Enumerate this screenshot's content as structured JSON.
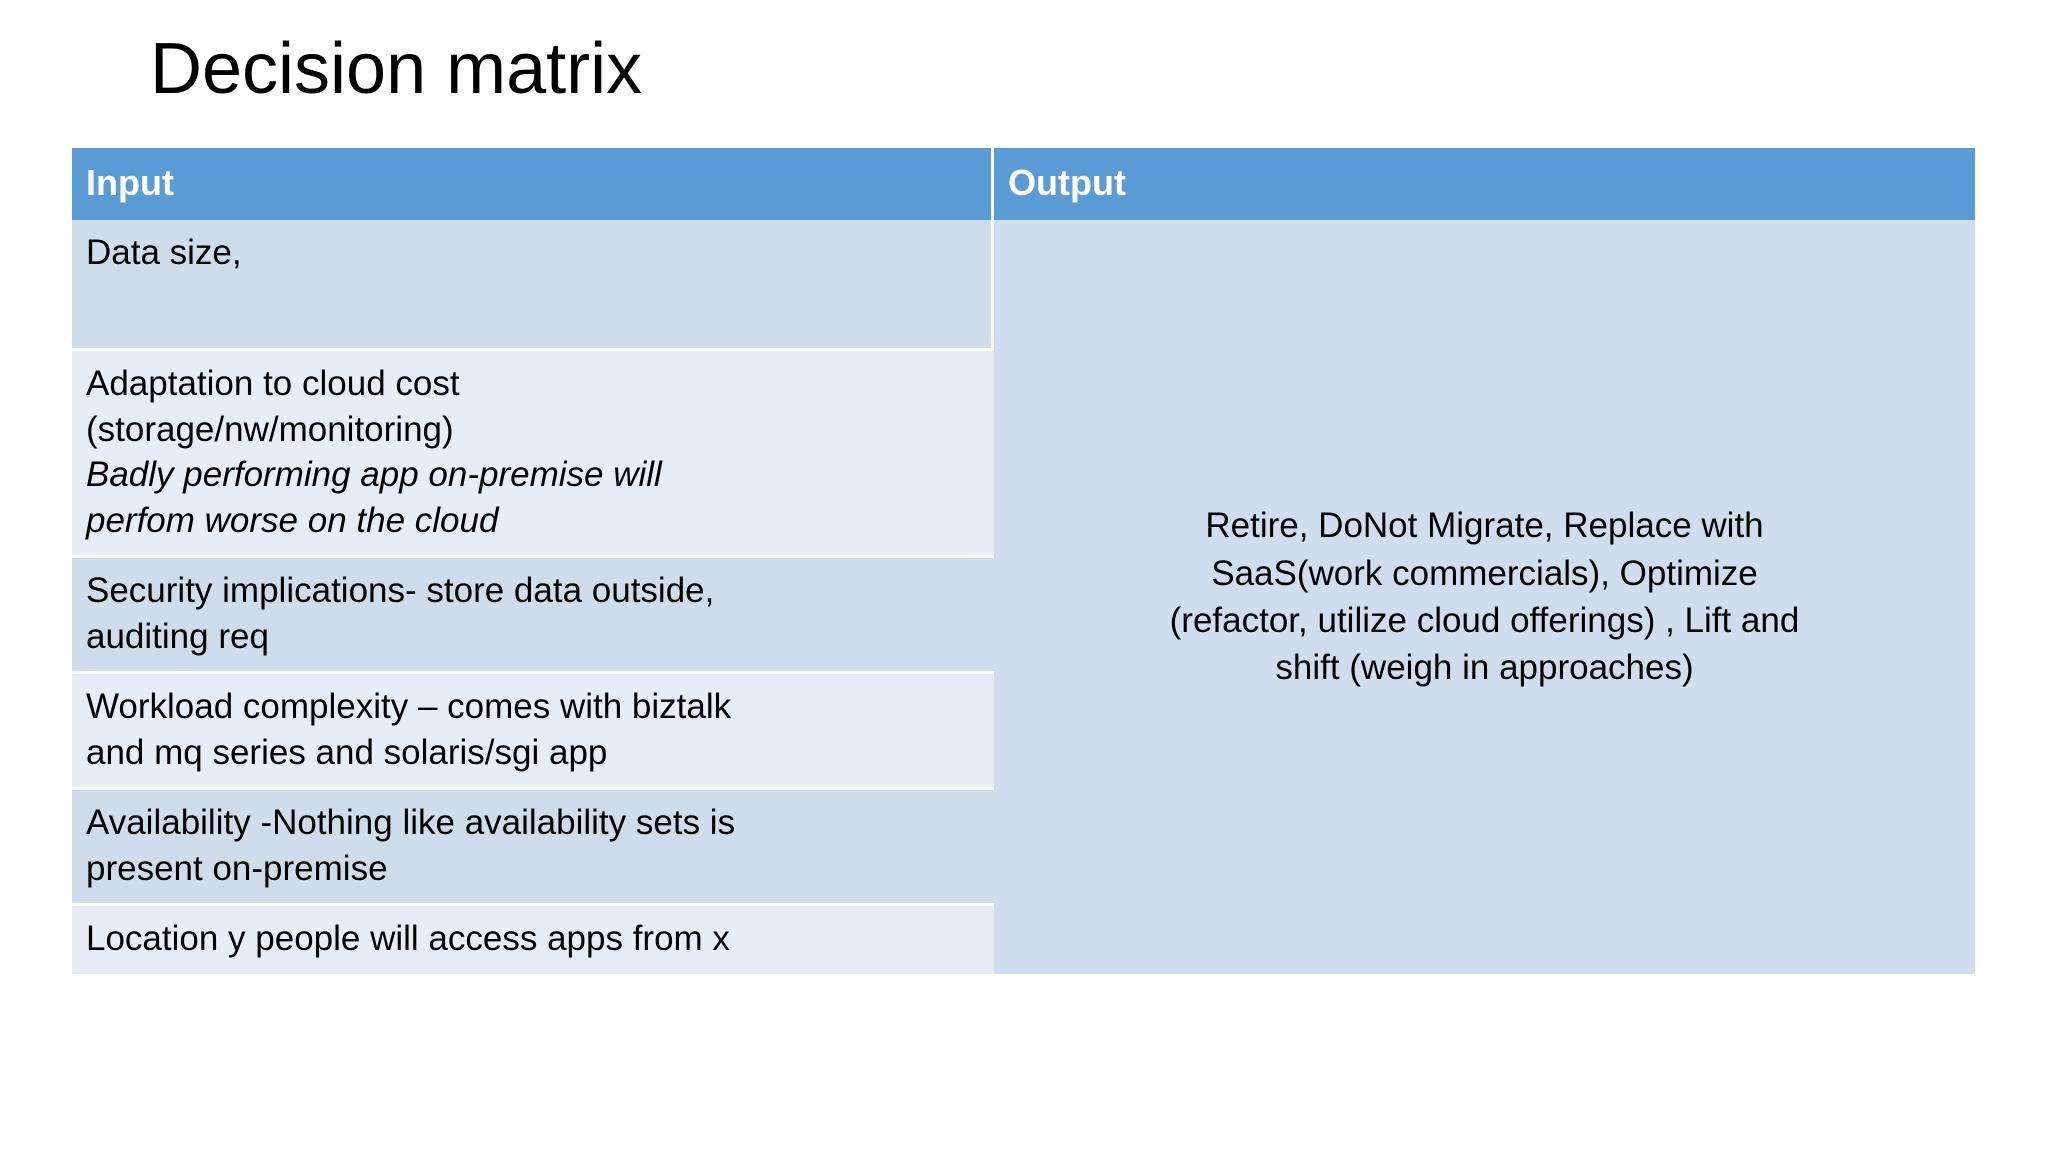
{
  "slide": {
    "title": "Decision matrix",
    "accent_header_color": "#5B9BD5",
    "cell_color_dark": "#CFDCEC",
    "cell_color_light": "#E7EDF5",
    "output_cell_color": "#CFDDEE"
  },
  "table": {
    "headers": {
      "input": "Input",
      "output": "Output"
    },
    "input_rows": [
      {
        "lines": [
          {
            "text": "Data size,",
            "italic": false
          }
        ]
      },
      {
        "lines": [
          {
            "text": "Adaptation to cloud cost",
            "italic": false
          },
          {
            "text": "(storage/nw/monitoring)",
            "italic": false
          },
          {
            "text": "Badly performing app on-premise will",
            "italic": true
          },
          {
            "text": "perfom worse on the cloud",
            "italic": true
          }
        ]
      },
      {
        "lines": [
          {
            "text": "Security implications- store data outside,",
            "italic": false
          },
          {
            "text": "auditing req",
            "italic": false
          }
        ]
      },
      {
        "lines": [
          {
            "text": "Workload complexity – comes with biztalk",
            "italic": false
          },
          {
            "text": "and mq series and solaris/sgi app",
            "italic": false
          }
        ]
      },
      {
        "lines": [
          {
            "text": "Availability -Nothing like availability sets is",
            "italic": false
          },
          {
            "text": "present on-premise",
            "italic": false
          }
        ]
      },
      {
        "lines": [
          {
            "text": "Location y people will access apps from x",
            "italic": false
          }
        ]
      }
    ],
    "output_cell": {
      "lines": [
        "Retire, DoNot Migrate, Replace with",
        "SaaS(work commercials), Optimize",
        "(refactor, utilize cloud offerings) , Lift and",
        "shift (weigh in approaches)"
      ]
    }
  }
}
